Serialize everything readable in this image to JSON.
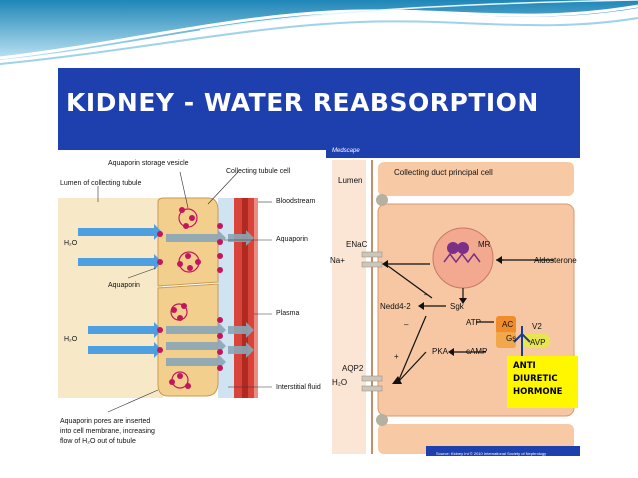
{
  "slide": {
    "title": "KIDNEY - WATER  REABSORPTION"
  },
  "left_diagram": {
    "labels": {
      "storage_vesicle": "Aquaporin storage vesicle",
      "collecting_cell": "Collecting tubule cell",
      "lumen": "Lumen of collecting tubule",
      "bloodstream": "Bloodstream",
      "aquaporin_right": "Aquaporin",
      "h2o_top": "H₂O",
      "aquaporin_left": "Aquaporin",
      "plasma": "Plasma",
      "h2o_bottom": "H₂O",
      "interstitial": "Interstitial fluid",
      "caption_line1": "Aquaporin pores are inserted",
      "caption_line2": "into cell membrane, increasing",
      "caption_line3": "flow of H₂O out of tubule"
    }
  },
  "right_diagram": {
    "header": "Medscape",
    "labels": {
      "lumen": "Lumen",
      "principal_cell": "Collecting duct principal cell",
      "enac": "ENaC",
      "na": "Na+",
      "mr": "MR",
      "aldosterone": "Aldosterone",
      "nedd": "Nedd4-2",
      "minus1": "–",
      "sgk": "Sgk",
      "atp": "ATP",
      "ac": "AC",
      "v2": "V2",
      "minus2": "–",
      "gs": "Gs",
      "avp": "AVP",
      "pka": "PKA",
      "camp": "cAMP",
      "aqp2": "AQP2",
      "plus": "+",
      "h2o": "H₂O",
      "source": "Source: Kidney Int © 2010 International Society of Nephrology"
    },
    "highlight": {
      "line1": "ANTI",
      "line2": "DIURETIC",
      "line3": "HORMONE"
    }
  }
}
